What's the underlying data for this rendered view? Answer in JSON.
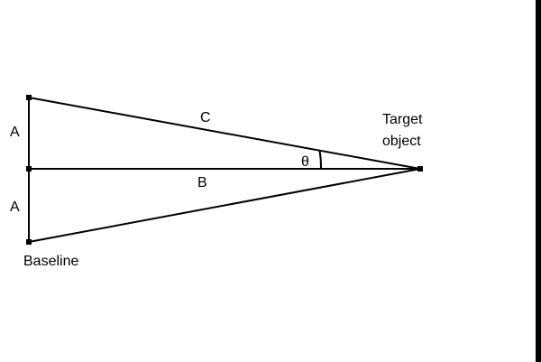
{
  "labels": {
    "side_a_top": "A",
    "side_a_bottom": "A",
    "side_b": "B",
    "side_c": "C",
    "angle": "θ",
    "target_line1": "Target",
    "target_line2": "object",
    "baseline": "Baseline"
  },
  "colors": {
    "line": "#000000",
    "background": "#ffffff"
  }
}
